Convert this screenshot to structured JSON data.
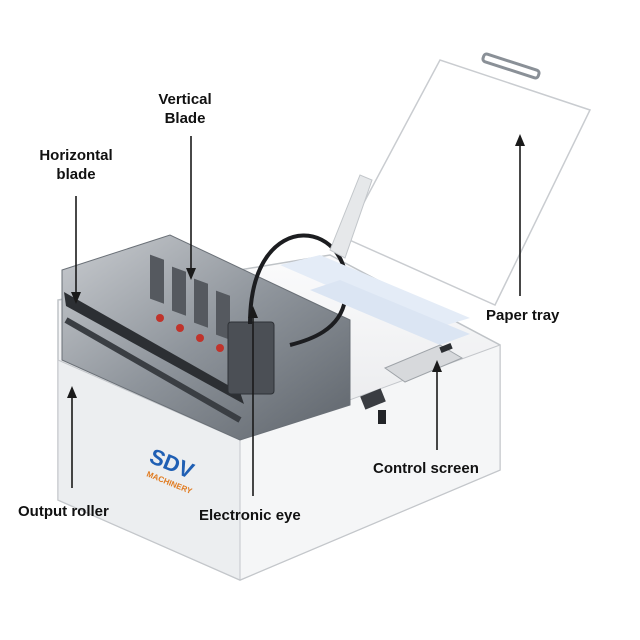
{
  "callouts": {
    "vertical_blade": {
      "line1": "Vertical",
      "line2": "Blade"
    },
    "horizontal_blade": {
      "line1": "Horizontal",
      "line2": "blade"
    },
    "paper_tray": "Paper tray",
    "control_screen": "Control screen",
    "output_roller": "Output roller",
    "electronic_eye": "Electronic eye"
  },
  "brand": {
    "line1": "SDV",
    "line2": "MACHINERY"
  },
  "colors": {
    "label_text": "#111111",
    "leader_line": "#1a1a1a",
    "machine_body": "#f2f3f4",
    "brand_blue": "#1f5fb4",
    "brand_orange": "#e07a1f",
    "blade_red": "#c0332b"
  }
}
